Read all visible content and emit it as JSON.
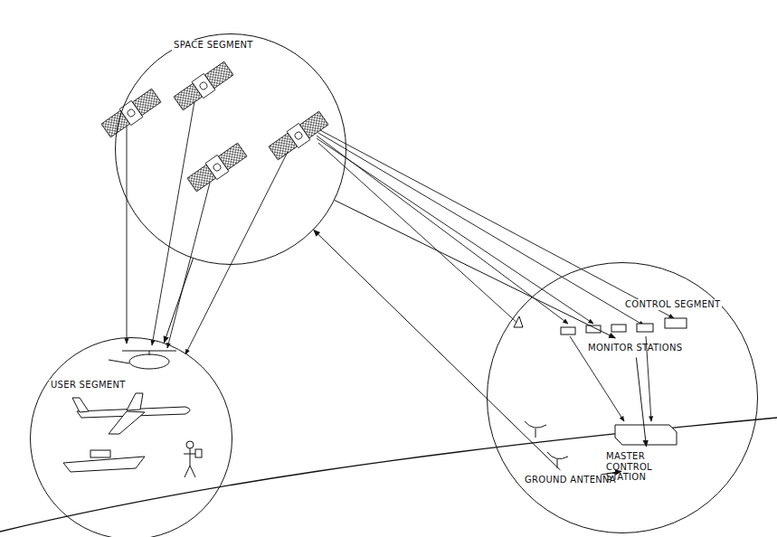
{
  "diagram": {
    "nodes": [
      {
        "text": [
          "SPACE SEGMENT"
        ]
      },
      {
        "text": [
          "USER SEGMENT"
        ]
      },
      {
        "text": [
          "CONTROL SEGMENT"
        ]
      },
      {
        "text": [
          "MONITOR STATIONS"
        ],
        "in": 2
      },
      {
        "text": [
          "MASTER CONTROL STATION"
        ],
        "in": 2
      },
      {
        "text": [
          "GROUND ANTENNA"
        ],
        "in": 2
      }
    ],
    "edges": [
      {
        "from": 0,
        "to": 1,
        "arrow": "to"
      },
      {
        "from": 0,
        "to": 3,
        "arrow": "to"
      },
      {
        "from": 3,
        "to": 4,
        "arrow": "to"
      },
      {
        "from": 4,
        "to": 5,
        "arrow": "to"
      },
      {
        "from": 5,
        "to": 0,
        "arrow": "to"
      }
    ]
  }
}
